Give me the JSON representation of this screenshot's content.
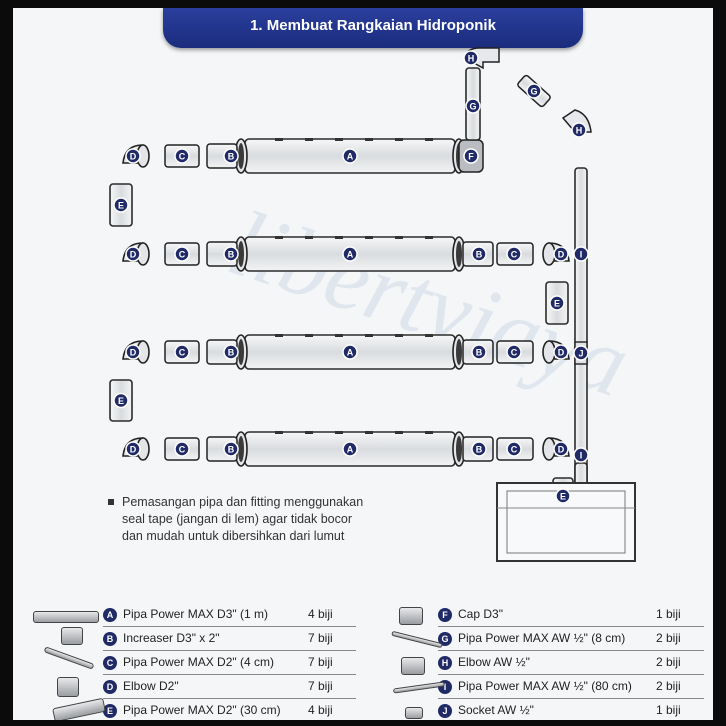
{
  "title": "1. Membuat Rangkaian Hidroponik",
  "watermark": "libertyjaya",
  "note": [
    "Pemasangan pipa dan fitting menggunakan",
    "seal tape (jangan di lem) agar tidak bocor",
    "dan mudah untuk dibersihkan dari lumut"
  ],
  "parts_left": [
    {
      "code": "A",
      "name": "Pipa Power MAX D3\" (1 m)",
      "qty": "4 biji"
    },
    {
      "code": "B",
      "name": "Increaser D3\" x 2\"",
      "qty": "7 biji"
    },
    {
      "code": "C",
      "name": "Pipa Power MAX D2\" (4 cm)",
      "qty": "7 biji"
    },
    {
      "code": "D",
      "name": "Elbow D2\"",
      "qty": "7 biji"
    },
    {
      "code": "E",
      "name": "Pipa Power MAX D2\" (30 cm)",
      "qty": "4 biji"
    }
  ],
  "parts_right": [
    {
      "code": "F",
      "name": "Cap D3\"",
      "qty": "1 biji"
    },
    {
      "code": "G",
      "name": "Pipa Power MAX AW ½\" (8 cm)",
      "qty": "2 biji"
    },
    {
      "code": "H",
      "name": "Elbow AW ½\"",
      "qty": "2 biji"
    },
    {
      "code": "I",
      "name": "Pipa Power MAX AW ½\" (80 cm)",
      "qty": "2 biji"
    },
    {
      "code": "J",
      "name": "Socket AW ½\"",
      "qty": "1 biji"
    }
  ],
  "colors": {
    "banner": "#1b2c7c",
    "badge": "#1f2a66",
    "pipe": "#e9ebee",
    "pipe_edge": "#2b2b2b"
  }
}
